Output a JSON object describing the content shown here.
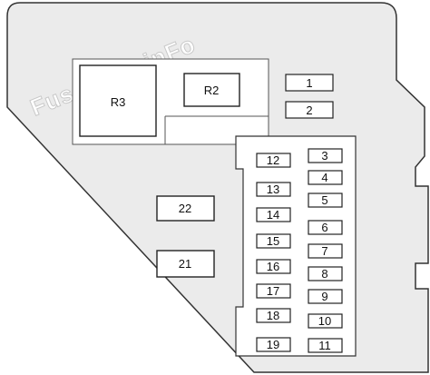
{
  "watermark": "Fuse-Box.inFo",
  "relays": [
    {
      "id": "r3",
      "label": "R3"
    },
    {
      "id": "r2",
      "label": "R2"
    }
  ],
  "fuses": [
    {
      "id": "fuse-1",
      "label": "1"
    },
    {
      "id": "fuse-2",
      "label": "2"
    },
    {
      "id": "fuse-3",
      "label": "3"
    },
    {
      "id": "fuse-4",
      "label": "4"
    },
    {
      "id": "fuse-5",
      "label": "5"
    },
    {
      "id": "fuse-6",
      "label": "6"
    },
    {
      "id": "fuse-7",
      "label": "7"
    },
    {
      "id": "fuse-8",
      "label": "8"
    },
    {
      "id": "fuse-9",
      "label": "9"
    },
    {
      "id": "fuse-10",
      "label": "10"
    },
    {
      "id": "fuse-11",
      "label": "11"
    },
    {
      "id": "fuse-12",
      "label": "12"
    },
    {
      "id": "fuse-13",
      "label": "13"
    },
    {
      "id": "fuse-14",
      "label": "14"
    },
    {
      "id": "fuse-15",
      "label": "15"
    },
    {
      "id": "fuse-16",
      "label": "16"
    },
    {
      "id": "fuse-17",
      "label": "17"
    },
    {
      "id": "fuse-18",
      "label": "18"
    },
    {
      "id": "fuse-19",
      "label": "19"
    },
    {
      "id": "fuse-21",
      "label": "21"
    },
    {
      "id": "fuse-22",
      "label": "22"
    }
  ],
  "colors": {
    "panel_fill": "#ebebeb",
    "inner_fill": "#ffffff",
    "outline": "#333333"
  }
}
